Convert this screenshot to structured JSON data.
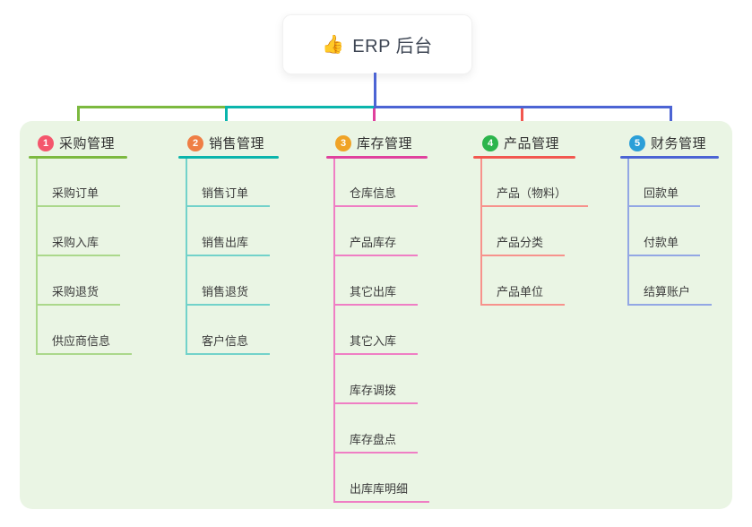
{
  "root": {
    "label": "ERP 后台",
    "icon": "thumbs-up-icon",
    "emoji": "👍"
  },
  "colors": {
    "panel_background": "#eaf5e4",
    "trunk_blue": "#4c64d4",
    "purchase_green": "#7cb93f",
    "sales_teal": "#0ab5ac",
    "inventory_magenta": "#e0419d",
    "product_red": "#f2574f",
    "finance_blue": "#4c64d4"
  },
  "branches": [
    {
      "badge": "1",
      "label": "采购管理",
      "badge_color": "#f4566c",
      "line_color": "#7cb93f",
      "item_line_color": "#abd88b",
      "items": [
        "采购订单",
        "采购入库",
        "采购退货",
        "供应商信息"
      ]
    },
    {
      "badge": "2",
      "label": "销售管理",
      "badge_color": "#ef7e45",
      "line_color": "#0ab5ac",
      "item_line_color": "#72d2ca",
      "items": [
        "销售订单",
        "销售出库",
        "销售退货",
        "客户信息"
      ]
    },
    {
      "badge": "3",
      "label": "库存管理",
      "badge_color": "#f0a326",
      "line_color": "#e0419d",
      "item_line_color": "#ef7ec4",
      "items": [
        "仓库信息",
        "产品库存",
        "其它出库",
        "其它入库",
        "库存调拨",
        "库存盘点",
        "出库库明细"
      ]
    },
    {
      "badge": "4",
      "label": "产品管理",
      "badge_color": "#2cb54c",
      "line_color": "#f2574f",
      "item_line_color": "#f7928c",
      "items": [
        "产品（物料）",
        "产品分类",
        "产品单位"
      ]
    },
    {
      "badge": "5",
      "label": "财务管理",
      "badge_color": "#2b9fd8",
      "line_color": "#4c64d4",
      "item_line_color": "#93a7e4",
      "items": [
        "回款单",
        "付款单",
        "结算账户"
      ]
    }
  ]
}
